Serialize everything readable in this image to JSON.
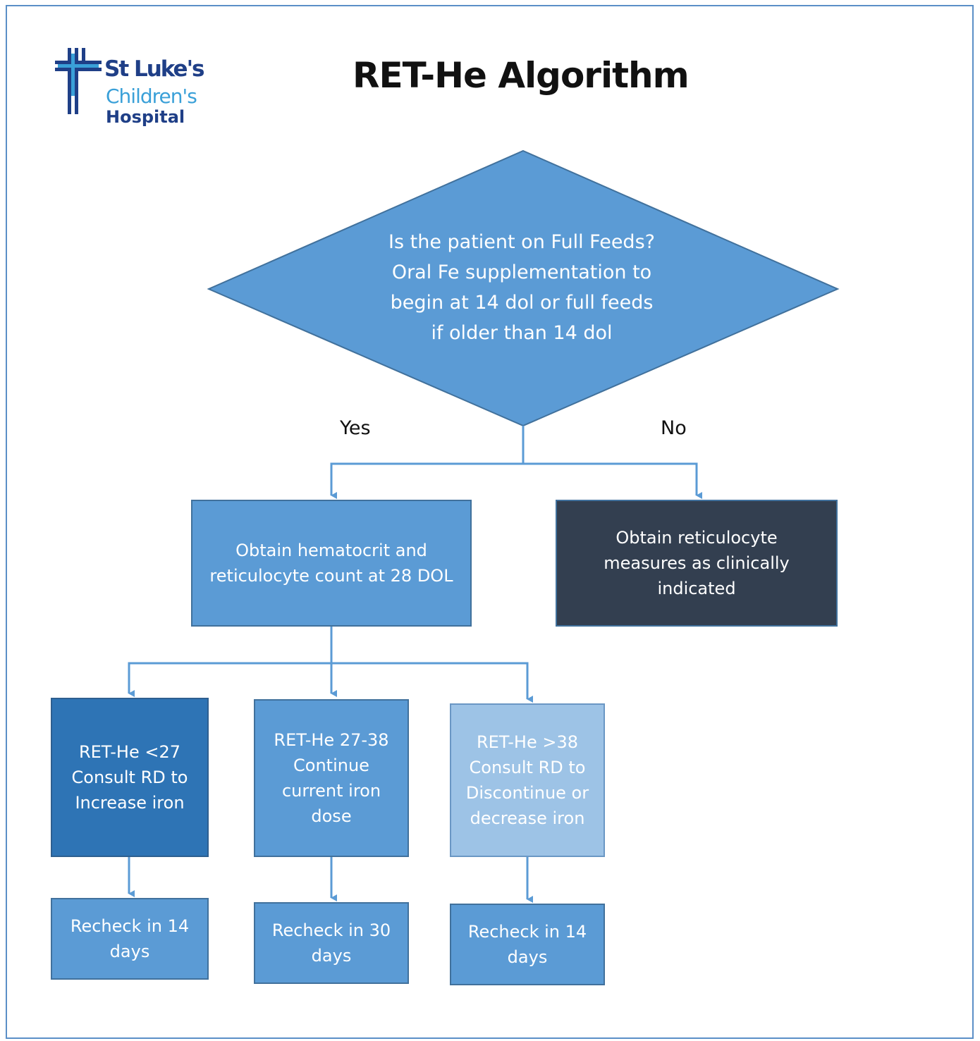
{
  "title": "RET-He Algorithm",
  "logo": {
    "line1": "St Luke's",
    "line2": "Children's",
    "line3": "Hospital"
  },
  "decision": {
    "lines": [
      "Is the patient on Full Feeds?",
      "Oral Fe supplementation to",
      "begin at 14 dol or full feeds",
      "if older than 14 dol"
    ],
    "yes_label": "Yes",
    "no_label": "No"
  },
  "boxes": {
    "yes_step": "Obtain hematocrit and\nreticulocyte count at 28 DOL",
    "no_step": "Obtain reticulocyte\nmeasures as clinically\nindicated",
    "low": "RET-He <27\nConsult RD to\nIncrease iron",
    "normal": "RET-He 27-38\nContinue\ncurrent iron\ndose",
    "high": "RET-He >38\nConsult RD  to\nDiscontinue or\ndecrease iron",
    "recheck_low": "Recheck in 14\ndays",
    "recheck_normal": "Recheck in 30\ndays",
    "recheck_high": "Recheck in 14\ndays"
  },
  "colors": {
    "mid_blue": "#5b9bd5",
    "dark_navy": "#333f50",
    "deep_blue": "#2e74b5",
    "light_blue": "#9dc3e6",
    "connector": "#5b9bd5"
  }
}
